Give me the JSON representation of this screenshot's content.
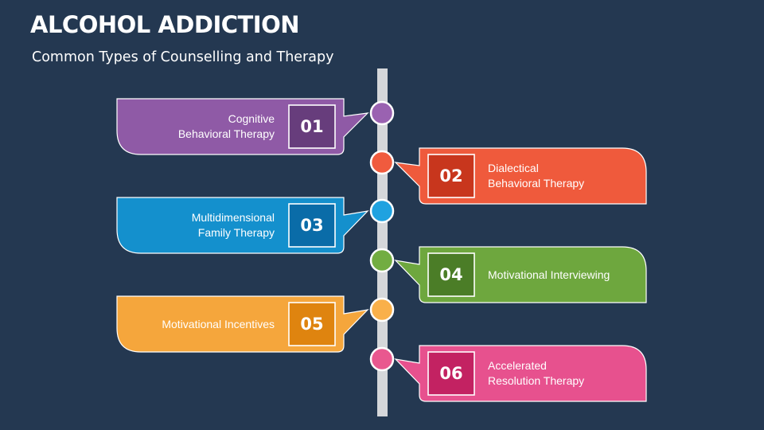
{
  "title": "ALCOHOL ADDICTION",
  "subtitle": "Common Types of Counselling and Therapy",
  "items": [
    {
      "number": "01",
      "lines": [
        "Cognitive",
        "Behavioral Therapy"
      ],
      "side": "left",
      "color": "#8f5aa6",
      "dark": "#673d7c",
      "node": "#9a62b1"
    },
    {
      "number": "02",
      "lines": [
        "Dialectical",
        "Behavioral Therapy"
      ],
      "side": "right",
      "color": "#ef5a3c",
      "dark": "#c8361d",
      "node": "#f05b3e"
    },
    {
      "number": "03",
      "lines": [
        "Multidimensional",
        "Family Therapy"
      ],
      "side": "left",
      "color": "#1490cd",
      "dark": "#0a6ca8",
      "node": "#1fa2e0"
    },
    {
      "number": "04",
      "lines": [
        "Motivational Interviewing"
      ],
      "side": "right",
      "color": "#6ea73e",
      "dark": "#4b7d27",
      "node": "#72ad41"
    },
    {
      "number": "05",
      "lines": [
        "Motivational Incentives"
      ],
      "side": "left",
      "color": "#f5a63c",
      "dark": "#df840f",
      "node": "#f9b04a"
    },
    {
      "number": "06",
      "lines": [
        "Accelerated",
        "Resolution Therapy"
      ],
      "side": "right",
      "color": "#e7518e",
      "dark": "#c32262",
      "node": "#e9588f"
    }
  ]
}
